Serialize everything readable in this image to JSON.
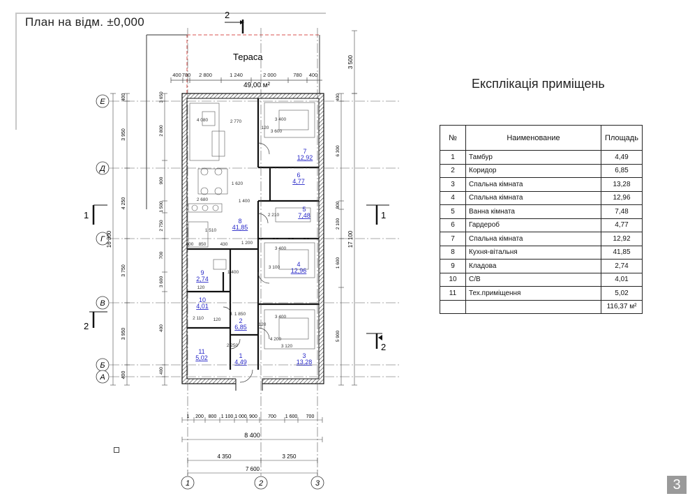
{
  "sheet": {
    "title": "План на відм. ±0,000",
    "page_number": "3"
  },
  "terrace": {
    "label": "Тераса",
    "area": "49,00 м²"
  },
  "axes": {
    "rows": [
      "Е",
      "Д",
      "Г",
      "В",
      "Б",
      "А"
    ],
    "cols": [
      "1",
      "2",
      "3"
    ]
  },
  "sections": {
    "s1": "1",
    "s2": "2"
  },
  "dimensions": {
    "top_terrace": [
      "400",
      "780",
      "2 800",
      "1 240",
      "2 000",
      "780",
      "400"
    ],
    "right_outer": "3 500",
    "left_chain": [
      "400",
      "3 950",
      "4 250",
      "3 750",
      "3 950",
      "400"
    ],
    "left_total": "16 300",
    "right_total": "17 100",
    "right_chain": [
      "400",
      "6 300",
      "800",
      "2 100",
      "1 600",
      "5 900"
    ],
    "left_inner": [
      "3 650",
      "2 800",
      "900",
      "1 500",
      "2 750",
      "700",
      "3 600",
      "400",
      "400"
    ],
    "bottom_detail": [
      "200",
      "800",
      "1 100",
      "1 000",
      "900",
      "700",
      "1 600",
      "700"
    ],
    "bottom_total": "8 400",
    "axis_12": "4 350",
    "axis_23": "3 250",
    "axis_total": "7 600",
    "inner_labels": [
      "4 080",
      "2 770",
      "3 400",
      "120",
      "3 600",
      "1 620",
      "2 680",
      "1 400",
      "2 210",
      "1 510",
      "1 200",
      "3 400",
      "3 100",
      "1 850",
      "120",
      "2 250",
      "3 120",
      "4 200",
      "3 400",
      "120",
      "2 110",
      "120",
      "1 400",
      "430",
      "600",
      "850"
    ]
  },
  "rooms_on_plan": [
    {
      "num": "7",
      "area": "12,92"
    },
    {
      "num": "6",
      "area": "4,77"
    },
    {
      "num": "5",
      "area": "7,48"
    },
    {
      "num": "8",
      "area": "41,85"
    },
    {
      "num": "4",
      "area": "12,96"
    },
    {
      "num": "9",
      "area": "2,74"
    },
    {
      "num": "10",
      "area": "4,01"
    },
    {
      "num": "2",
      "area": "6,85"
    },
    {
      "num": "11",
      "area": "5,02"
    },
    {
      "num": "1",
      "area": "4,49"
    },
    {
      "num": "3",
      "area": "13,28"
    }
  ],
  "explication": {
    "title": "Експлікація приміщень",
    "headers": {
      "num": "№",
      "name": "Наименование",
      "area": "Площадь"
    },
    "rows": [
      {
        "num": "1",
        "name": "Тамбур",
        "area": "4,49"
      },
      {
        "num": "2",
        "name": "Коридор",
        "area": "6,85"
      },
      {
        "num": "3",
        "name": "Спальна кімната",
        "area": "13,28"
      },
      {
        "num": "4",
        "name": "Спальна кімната",
        "area": "12,96"
      },
      {
        "num": "5",
        "name": "Ванна кімната",
        "area": "7,48"
      },
      {
        "num": "6",
        "name": "Гардероб",
        "area": "4,77"
      },
      {
        "num": "7",
        "name": "Спальна кімната",
        "area": "12,92"
      },
      {
        "num": "8",
        "name": "Кухня-вітальня",
        "area": "41,85"
      },
      {
        "num": "9",
        "name": "Кладова",
        "area": "2,74"
      },
      {
        "num": "10",
        "name": "С/В",
        "area": "4,01"
      },
      {
        "num": "11",
        "name": "Тех.приміщення",
        "area": "5,02"
      }
    ],
    "total": "116,37 м²"
  },
  "colors": {
    "line": "#222222",
    "room_label": "#2626c8",
    "terrace_line": "#d9534f",
    "axis": "#555555"
  }
}
